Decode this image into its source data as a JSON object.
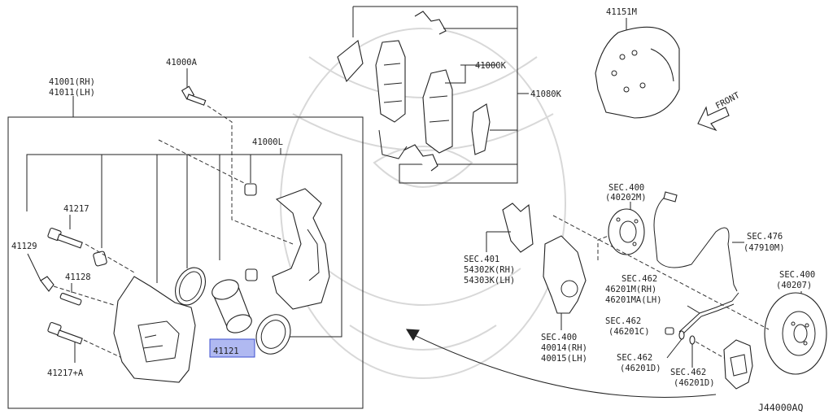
{
  "diagram": {
    "code": "J44000AQ",
    "front_label": "FRONT",
    "labels": {
      "p41001_rh": "41001(RH)",
      "p41011_lh": "41011(LH)",
      "p41000a": "41000A",
      "p41000l": "41000L",
      "p41217": "41217",
      "p41129": "41129",
      "p41128": "41128",
      "p41217a": "41217+A",
      "p41121": "41121",
      "p41000k": "41000K",
      "p41080k": "41080K",
      "p41151m": "41151M",
      "sec400a": "SEC.400",
      "sec400a_sub": "(40202M)",
      "sec476": "SEC.476",
      "sec476_sub": "(47910M)",
      "sec401": "SEC.401",
      "sec401_rh": "54302K(RH)",
      "sec401_lh": "54303K(LH)",
      "sec462a": "SEC.462",
      "sec462a_rh": "46201M(RH)",
      "sec462a_lh": "46201MA(LH)",
      "sec400b": "SEC.400",
      "sec400b_sub": "(40207)",
      "sec462b": "SEC.462",
      "sec462b_sub": "(46201C)",
      "sec400c": "SEC.400",
      "sec400c_rh": "40014(RH)",
      "sec400c_lh": "40015(LH)",
      "sec462c": "SEC.462",
      "sec462c_sub": "(46201D)",
      "sec462d": "SEC.462",
      "sec462d_sub": "(46201D)"
    }
  }
}
